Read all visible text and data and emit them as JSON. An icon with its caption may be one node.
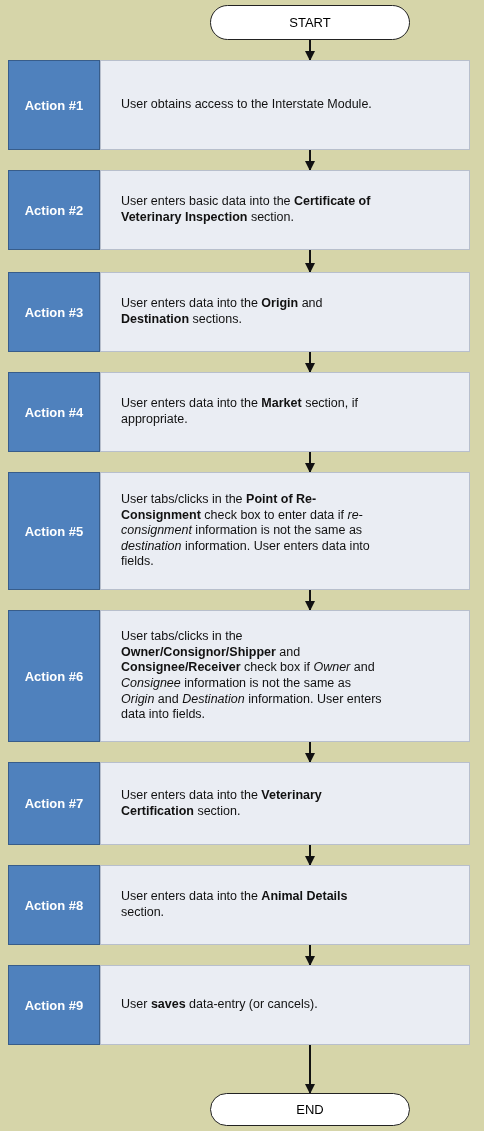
{
  "diagram": {
    "nodes": [
      {
        "text": [
          "START"
        ]
      },
      {
        "text": [
          "Action #1"
        ]
      },
      {
        "text": [
          "User obtains access to the Interstate Module."
        ]
      },
      {
        "text": [
          "Action #2"
        ]
      },
      {
        "text": [
          "User enters basic data into the **Certificate of Veterinary Inspection** section."
        ]
      },
      {
        "text": [
          "Action #3"
        ]
      },
      {
        "text": [
          "User enters data into the **Origin** and **Destination** sections."
        ]
      },
      {
        "text": [
          "Action #4"
        ]
      },
      {
        "text": [
          "User enters data into the **Market** section, if appropriate."
        ]
      },
      {
        "text": [
          "Action #5"
        ]
      },
      {
        "text": [
          "User tabs/clicks in the **Point of Re-Consignment** check box to enter data if *re-consignment* information is not the same as *destination* information. User enters data into fields."
        ]
      },
      {
        "text": [
          "Action #6"
        ]
      },
      {
        "text": [
          "User tabs/clicks in the **Owner/Consignor/Shipper** and **Consignee/Receiver** check box if *Owner* and *Consignee* information is not the same as *Origin* and *Destination* information. User enters data into fields."
        ]
      },
      {
        "text": [
          "Action #7"
        ]
      },
      {
        "text": [
          "User enters data into the **Veterinary Certification** section."
        ]
      },
      {
        "text": [
          "Action #8"
        ]
      },
      {
        "text": [
          "User enters data into the **Animal Details** section."
        ]
      },
      {
        "text": [
          "Action #9"
        ]
      },
      {
        "text": [
          "User **saves** data-entry (or cancels)."
        ]
      },
      {
        "text": [
          "END"
        ]
      }
    ],
    "edges": [
      {
        "from": 0,
        "to": 2,
        "arrow": "to"
      },
      {
        "from": 2,
        "to": 4,
        "arrow": "to"
      },
      {
        "from": 4,
        "to": 6,
        "arrow": "to"
      },
      {
        "from": 6,
        "to": 8,
        "arrow": "to"
      },
      {
        "from": 8,
        "to": 10,
        "arrow": "to"
      },
      {
        "from": 10,
        "to": 12,
        "arrow": "to"
      },
      {
        "from": 12,
        "to": 14,
        "arrow": "to"
      },
      {
        "from": 14,
        "to": 16,
        "arrow": "to"
      },
      {
        "from": 16,
        "to": 18,
        "arrow": "to"
      },
      {
        "from": 18,
        "to": 19,
        "arrow": "to"
      }
    ]
  }
}
